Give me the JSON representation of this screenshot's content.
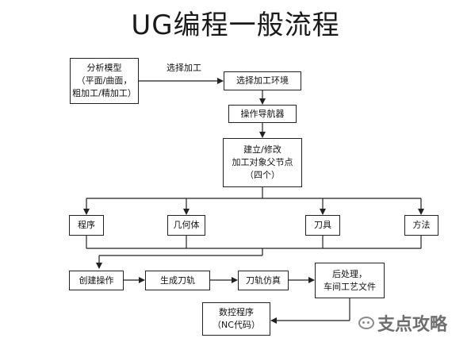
{
  "title": "UG编程一般流程",
  "label_select_env": "选择加工",
  "boxes": {
    "analyze": [
      "分析模型",
      "（平面/曲面，",
      "粗加工/精加工）"
    ],
    "select_env": "选择加工环境",
    "op_navigator": "操作导航器",
    "parent_nodes": [
      "建立/修改",
      "加工对象父节点",
      "（四个）"
    ],
    "program": "程序",
    "geometry": "几何体",
    "tool": "刀具",
    "method": "方法",
    "create_op": "创建操作",
    "gen_path": "生成刀轨",
    "simulate": "刀轨仿真",
    "post": [
      "后处理，",
      "车间工艺文件"
    ],
    "nc": [
      "数控程序",
      "（NC代码）"
    ]
  },
  "watermark": "支点攻略"
}
